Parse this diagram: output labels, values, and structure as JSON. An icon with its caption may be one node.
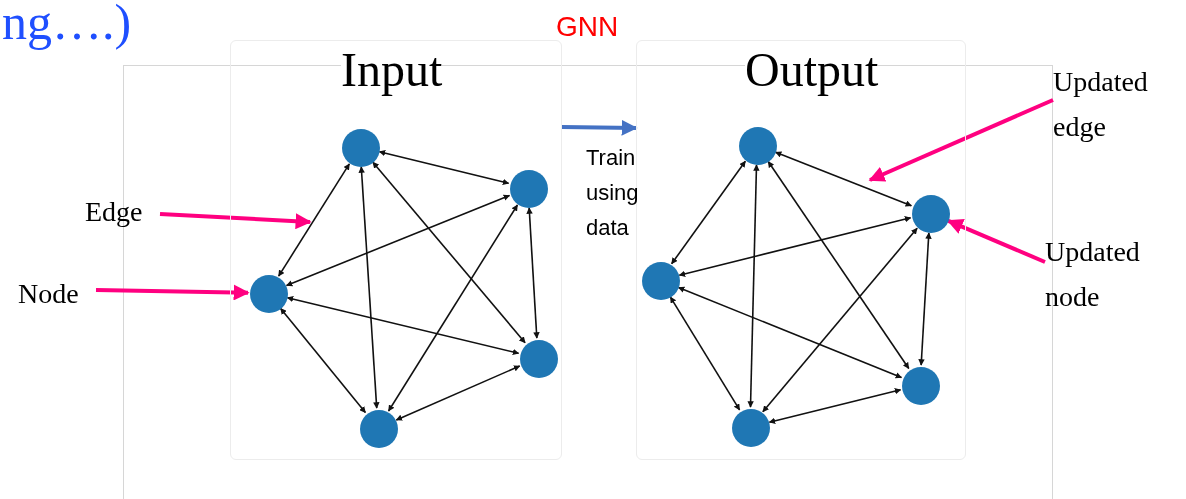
{
  "diagram": {
    "nodes": [
      {
        "text": [
          "Input"
        ]
      },
      {
        "text": [],
        "shape": "circle",
        "in": 0
      },
      {
        "text": [],
        "shape": "circle",
        "in": 0
      },
      {
        "text": [],
        "shape": "circle",
        "in": 0
      },
      {
        "text": [],
        "shape": "circle",
        "in": 0
      },
      {
        "text": [],
        "shape": "circle",
        "in": 0
      },
      {
        "text": [
          "Output"
        ]
      },
      {
        "text": [],
        "shape": "circle",
        "in": 6
      },
      {
        "text": [],
        "shape": "circle",
        "in": 6
      },
      {
        "text": [],
        "shape": "circle",
        "in": 6
      },
      {
        "text": [],
        "shape": "circle",
        "in": 6
      },
      {
        "text": [],
        "shape": "circle",
        "in": 6
      },
      {
        "text": [
          "Edge"
        ]
      },
      {
        "text": [
          "Node"
        ]
      },
      {
        "text": [
          "Updated edge"
        ]
      },
      {
        "text": [
          "Updated node"
        ]
      }
    ],
    "edges": [
      {
        "from": 1,
        "to": 2,
        "arrow": "both"
      },
      {
        "from": 1,
        "to": 3,
        "arrow": "both"
      },
      {
        "from": 1,
        "to": 4,
        "arrow": "both"
      },
      {
        "from": 1,
        "to": 5,
        "arrow": "both"
      },
      {
        "from": 2,
        "to": 3,
        "arrow": "both"
      },
      {
        "from": 2,
        "to": 4,
        "arrow": "both"
      },
      {
        "from": 2,
        "to": 5,
        "arrow": "both"
      },
      {
        "from": 3,
        "to": 4,
        "arrow": "both"
      },
      {
        "from": 3,
        "to": 5,
        "arrow": "both"
      },
      {
        "from": 4,
        "to": 5,
        "arrow": "both"
      },
      {
        "from": 0,
        "to": 6,
        "arrow": "to",
        "label": "Train using data",
        "style": "thick",
        "color": "#4472c4"
      },
      {
        "from": 7,
        "to": 8,
        "arrow": "both"
      },
      {
        "from": 7,
        "to": 9,
        "arrow": "both"
      },
      {
        "from": 7,
        "to": 10,
        "arrow": "both"
      },
      {
        "from": 7,
        "to": 11,
        "arrow": "both"
      },
      {
        "from": 8,
        "to": 9,
        "arrow": "both"
      },
      {
        "from": 8,
        "to": 10,
        "arrow": "both"
      },
      {
        "from": 8,
        "to": 11,
        "arrow": "both"
      },
      {
        "from": 9,
        "to": 10,
        "arrow": "both"
      },
      {
        "from": 9,
        "to": 11,
        "arrow": "both"
      },
      {
        "from": 10,
        "to": 11,
        "arrow": "both"
      },
      {
        "from": 12,
        "to": null,
        "arrow": "to",
        "style": "thick",
        "color": "#ff0080"
      },
      {
        "from": 13,
        "to": 3,
        "arrow": "to",
        "style": "thick",
        "color": "#ff0080"
      },
      {
        "from": 14,
        "to": null,
        "arrow": "to",
        "style": "thick",
        "color": "#ff0080"
      },
      {
        "from": 15,
        "to": 8,
        "arrow": "to",
        "style": "thick",
        "color": "#ff0080"
      }
    ],
    "labels": [
      "ng….)",
      "GNN"
    ]
  }
}
